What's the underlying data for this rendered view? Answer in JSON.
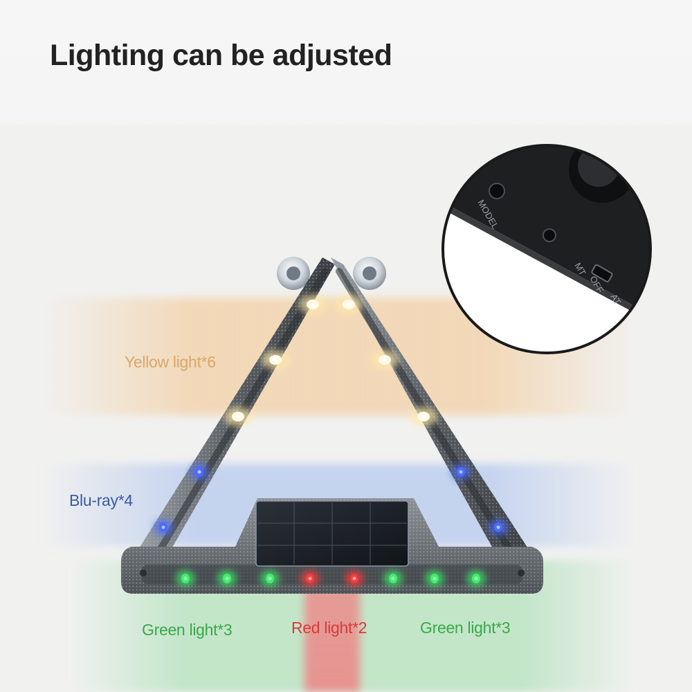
{
  "headline": "Lighting can be adjusted",
  "labels": {
    "yellow": "Yellow light*6",
    "blue": "Blu-ray*4",
    "green_left": "Green light*3",
    "red": "Red light*2",
    "green_right": "Green light*3"
  },
  "inset": {
    "model_text": "MODEL",
    "switch_left": "MT",
    "switch_mid": "OFF",
    "switch_right": "AT"
  },
  "colors": {
    "yellow_label": "#d8a86a",
    "blue_label": "#3a5aa8",
    "green_label": "#3aa84a",
    "red_label": "#d83a3a",
    "yellow_glow": "#f2c48a",
    "blue_glow": "#a8c0ee",
    "green_glow": "#9cdca8",
    "red_glow": "#ec8a8a",
    "led_yellow": "#ffe9a8",
    "led_blue": "#4a6cff",
    "led_green": "#3ef06a",
    "led_red": "#ff3a3a",
    "body_gray": "#6f7478"
  }
}
